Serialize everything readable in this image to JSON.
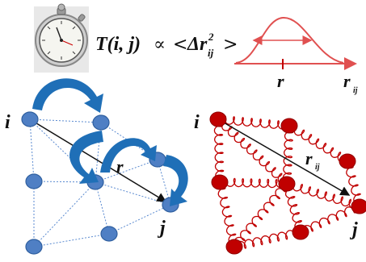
{
  "formula": {
    "T_label": "T(i, j)",
    "proportional": "∝",
    "open_angle": "<",
    "delta_r": "Δr",
    "sup": "2",
    "sub": "ij",
    "close_angle": ">"
  },
  "distribution": {
    "peak_label": "r",
    "axis_label": "r",
    "axis_label_sub": "ij",
    "icon": "stopwatch-icon"
  },
  "left_network": {
    "label_i": "i",
    "label_j": "j",
    "label_r": "r",
    "node_color": "#4f7fc4",
    "node_stroke": "#2f5f9f",
    "arrow_color": "#1f6fb7"
  },
  "right_network": {
    "label_i": "i",
    "label_j": "j",
    "label_r": "r",
    "label_r_sub": "ij",
    "node_color": "#c00000",
    "spring_color": "#c00000"
  },
  "colors": {
    "curve": "#e05050",
    "black": "#111111"
  }
}
